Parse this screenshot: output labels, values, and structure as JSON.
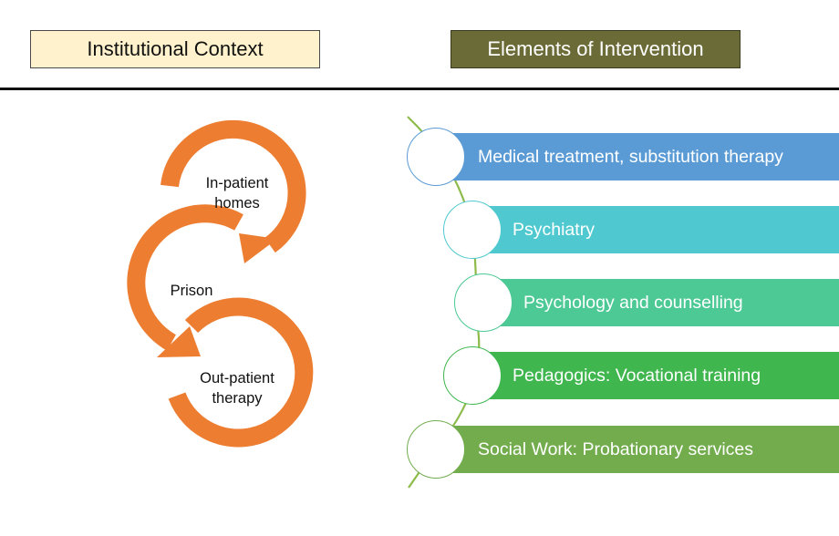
{
  "headers": {
    "left": "Institutional Context",
    "right": "Elements of Intervention"
  },
  "cycle": {
    "labels": [
      {
        "text": "In-patient homes"
      },
      {
        "text": "Prison"
      },
      {
        "text": "Out-patient therapy"
      }
    ],
    "arrow_color": "#ed7d31"
  },
  "interventions": [
    {
      "label": "Medical treatment, substitution therapy",
      "color": "#5b9bd5",
      "bubble_border": "#5b9bd5"
    },
    {
      "label": "Psychiatry",
      "color": "#4fc9cf",
      "bubble_border": "#4fc9cf"
    },
    {
      "label": "Psychology and counselling",
      "color": "#4cc994",
      "bubble_border": "#4cc994"
    },
    {
      "label": "Pedagogics: Vocational training",
      "color": "#3fb64e",
      "bubble_border": "#3fb64e"
    },
    {
      "label": "Social Work: Probationary services",
      "color": "#72ac4d",
      "bubble_border": "#72ac4d"
    }
  ],
  "timeline_color": "#8dbb4a"
}
